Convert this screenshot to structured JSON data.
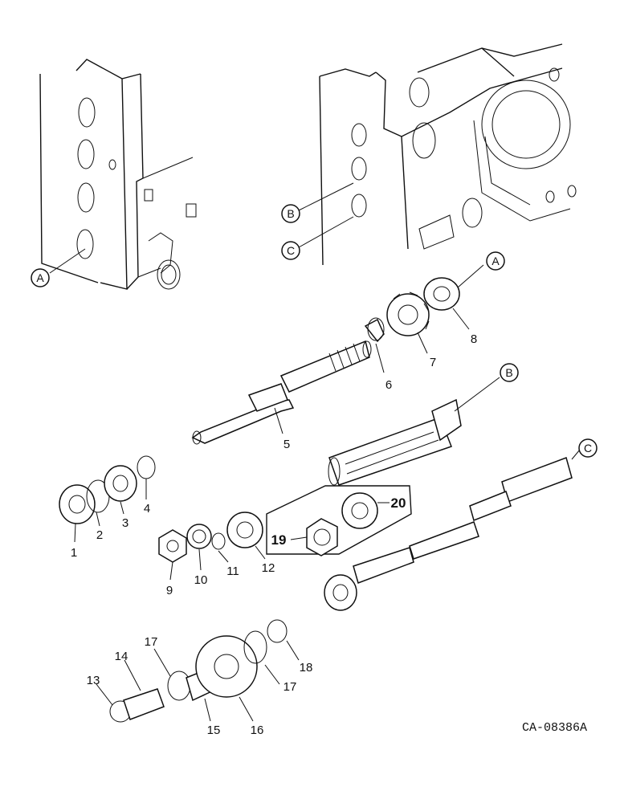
{
  "diagram": {
    "drawing_code": "CA-08386A",
    "reference_letters": [
      "A",
      "B",
      "C",
      "A",
      "B",
      "C"
    ],
    "part_numbers": [
      "1",
      "2",
      "3",
      "4",
      "5",
      "6",
      "7",
      "8",
      "9",
      "10",
      "11",
      "12",
      "13",
      "14",
      "15",
      "16",
      "17",
      "17",
      "18",
      "19",
      "20"
    ]
  }
}
